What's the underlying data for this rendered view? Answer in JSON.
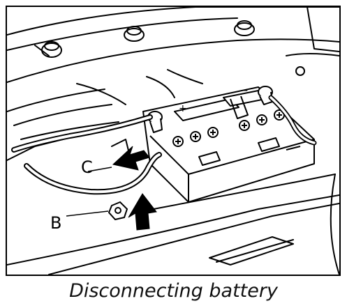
{
  "figure": {
    "labels": {
      "c": "C",
      "b": "B"
    },
    "caption": "Disconnecting battery",
    "terminal_marks": {
      "positive": "+",
      "negative": "–"
    }
  }
}
